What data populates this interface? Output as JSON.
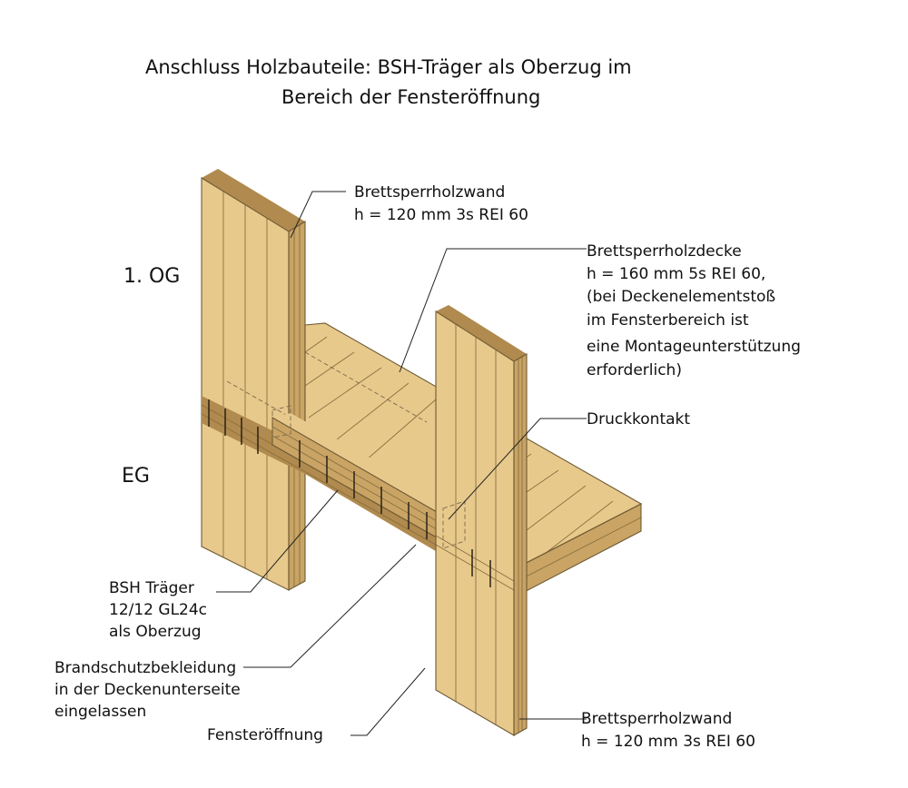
{
  "title": {
    "line1": "Anschluss Holzbauteile:   BSH-Träger als Oberzug im",
    "line2": "Bereich der Fensteröffnung"
  },
  "floors": {
    "upper": "1. OG",
    "ground": "EG"
  },
  "labels": {
    "wall_top": [
      "Brettsperrholzwand",
      "h = 120 mm 3s REI 60"
    ],
    "ceiling": [
      "Brettsperrholzdecke",
      "h = 160 mm 5s REI 60,",
      "(bei Deckenelementstoß",
      "im Fensterbereich ist",
      "eine Montageunterstützung",
      "erforderlich)"
    ],
    "contact": "Druckkontakt",
    "beam": [
      "BSH Träger",
      "12/12 GL24c",
      "als Oberzug"
    ],
    "fire": [
      "Brandschutzbekleidung",
      "in der Deckenunterseite",
      "eingelassen"
    ],
    "window": "Fensteröffnung",
    "wall_bottom": [
      "Brettsperrholzwand",
      "h = 120 mm 3s REI 60"
    ]
  },
  "colors": {
    "wood_face": "#e8c98c",
    "wood_side": "#c9a464",
    "wood_dark": "#b08a4e",
    "edge": "#6e5a34"
  }
}
